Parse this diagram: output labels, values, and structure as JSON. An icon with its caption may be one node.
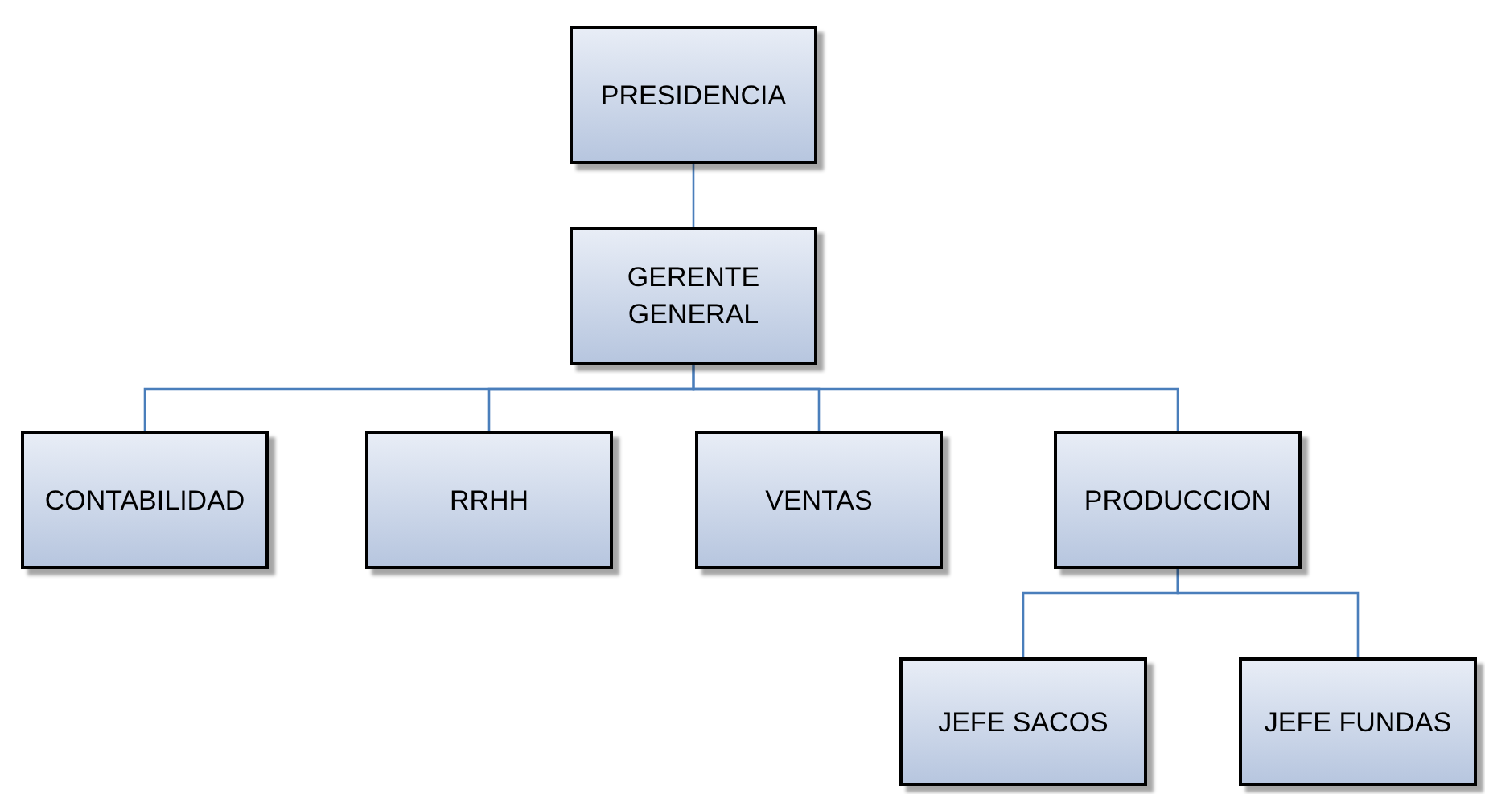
{
  "diagram": {
    "nodes": [
      {
        "text": [
          "PRESIDENCIA"
        ]
      },
      {
        "text": [
          "GERENTE GENERAL"
        ]
      },
      {
        "text": [
          "CONTABILIDAD"
        ]
      },
      {
        "text": [
          "RRHH"
        ]
      },
      {
        "text": [
          "VENTAS"
        ]
      },
      {
        "text": [
          "PRODUCCION"
        ]
      },
      {
        "text": [
          "JEFE SACOS"
        ]
      },
      {
        "text": [
          "JEFE FUNDAS"
        ]
      }
    ],
    "edges": [
      {
        "from": 0,
        "to": 1,
        "arrow": "none"
      },
      {
        "from": 1,
        "to": 2,
        "arrow": "none"
      },
      {
        "from": 1,
        "to": 3,
        "arrow": "none"
      },
      {
        "from": 1,
        "to": 4,
        "arrow": "none"
      },
      {
        "from": 1,
        "to": 5,
        "arrow": "none"
      },
      {
        "from": 5,
        "to": 6,
        "arrow": "none"
      },
      {
        "from": 5,
        "to": 7,
        "arrow": "none"
      }
    ]
  }
}
